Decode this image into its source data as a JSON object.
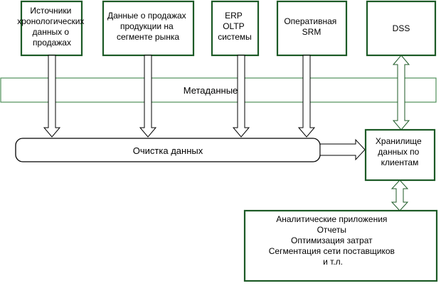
{
  "diagram": {
    "sources": [
      {
        "lines": [
          "Источники",
          "хронологических",
          "данных о",
          "продажах"
        ]
      },
      {
        "lines": [
          "Данные о продажах",
          "продукции на",
          "сегменте рынка"
        ]
      },
      {
        "lines": [
          "ERP",
          "OLTP",
          "системы"
        ]
      },
      {
        "lines": [
          "Оперативная",
          "SRM"
        ]
      },
      {
        "lines": [
          "DSS"
        ]
      }
    ],
    "metadata_label": "Метаданные",
    "cleaning_label": "Очистка данных",
    "warehouse": {
      "lines": [
        "Хранилище",
        "данных по",
        "клиентам"
      ]
    },
    "applications": {
      "lines": [
        "Аналитические приложения",
        "Отчеты",
        "Оптимизация затрат",
        "Сегментация сети поставщиков",
        "и т.л."
      ]
    },
    "colors": {
      "box_border": "#1c5a26",
      "metadata_border": "#4f8f5a",
      "line": "#000000"
    }
  }
}
